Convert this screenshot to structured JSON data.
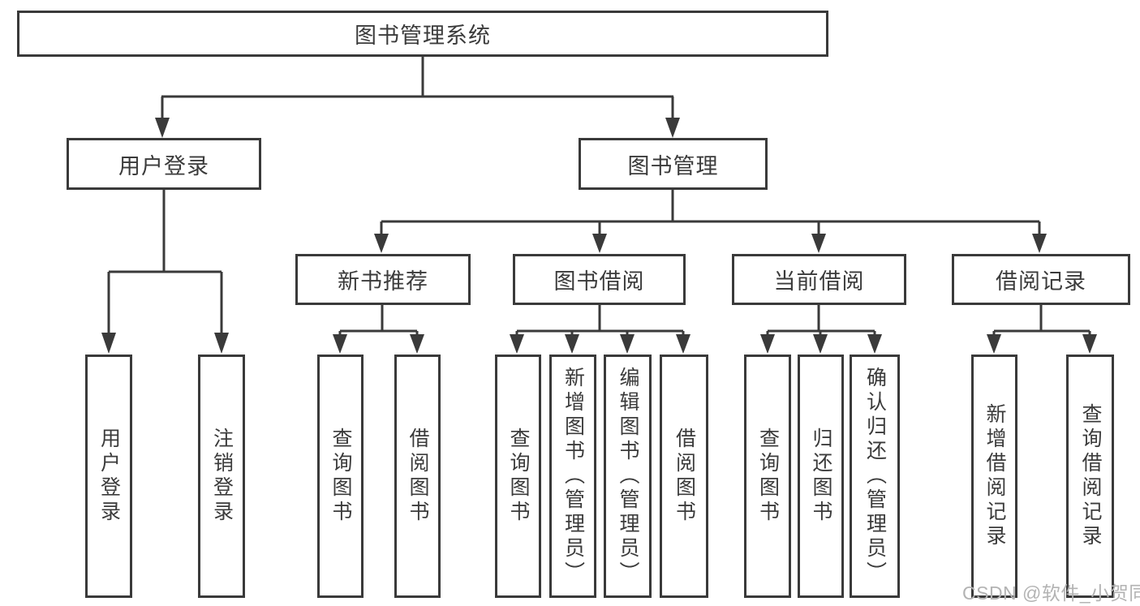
{
  "diagram": {
    "type": "hierarchy-structure-chart",
    "colors": {
      "line": "#3a3a3a",
      "text": "#3b3b3b",
      "box_background": "#ffffff",
      "watermark": "#b3b3b3"
    },
    "tree": {
      "root": "图书管理系统",
      "level2": [
        {
          "label": "用户登录",
          "leaves": [
            "用户登录",
            "注销登录"
          ]
        },
        {
          "label": "图书管理",
          "sections": [
            {
              "label": "新书推荐",
              "leaves": [
                "查询图书",
                "借阅图书"
              ]
            },
            {
              "label": "图书借阅",
              "leaves": [
                "查询图书",
                "新增图书（管理员）",
                "编辑图书（管理员）",
                "借阅图书"
              ]
            },
            {
              "label": "当前借阅",
              "leaves": [
                "查询图书",
                "归还图书",
                "确认归还（管理员）"
              ]
            },
            {
              "label": "借阅记录",
              "leaves": [
                "新增借阅记录",
                "查询借阅记录"
              ]
            }
          ]
        }
      ]
    }
  },
  "watermark": "CSDN @软件_小贺同学"
}
